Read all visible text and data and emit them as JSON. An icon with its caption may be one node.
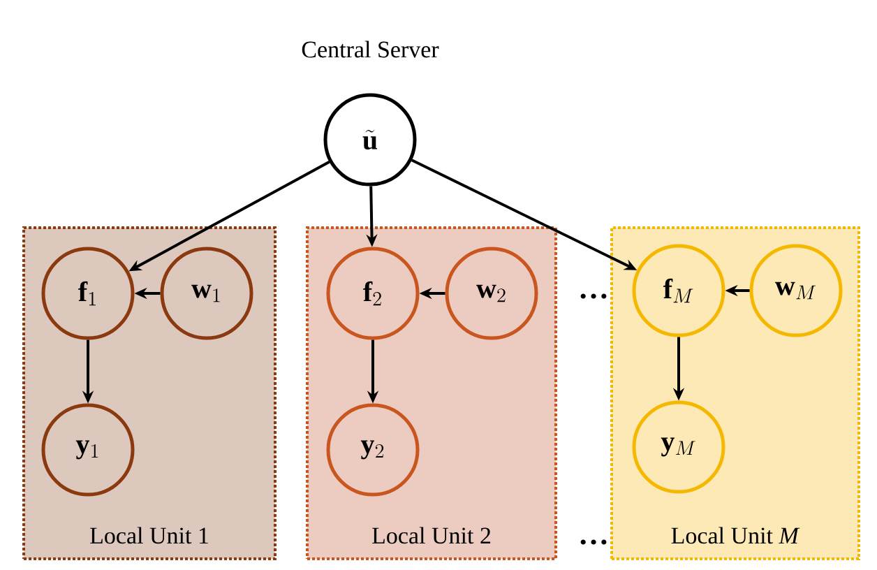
{
  "diagram": {
    "nodes": [
      {
        "text": [
          "\\tilde{\\mathbf{u}}"
        ],
        "beside": [
          "Central Server"
        ]
      },
      {
        "text": [
          "Local Unit 1"
        ]
      },
      {
        "text": [
          "\\mathbf{f}_1"
        ],
        "in": 1
      },
      {
        "text": [
          "\\mathbf{w}_1"
        ],
        "in": 1
      },
      {
        "text": [
          "\\mathbf{y}_1"
        ],
        "in": 1
      },
      {
        "text": [
          "Local Unit 2"
        ]
      },
      {
        "text": [
          "\\mathbf{f}_2"
        ],
        "in": 5
      },
      {
        "text": [
          "\\mathbf{w}_2"
        ],
        "in": 5
      },
      {
        "text": [
          "\\mathbf{y}_2"
        ],
        "in": 5
      },
      {
        "text": [
          "Local Unit *M*"
        ]
      },
      {
        "text": [
          "\\mathbf{f}_M"
        ],
        "in": 9
      },
      {
        "text": [
          "\\mathbf{w}_M"
        ],
        "in": 9
      },
      {
        "text": [
          "\\mathbf{y}_M"
        ],
        "in": 9
      }
    ],
    "edges": [
      {
        "from": 0,
        "to": 2,
        "arrow": "to"
      },
      {
        "from": 0,
        "to": 6,
        "arrow": "to"
      },
      {
        "from": 0,
        "to": 10,
        "arrow": "to"
      },
      {
        "from": 3,
        "to": 2,
        "arrow": "to"
      },
      {
        "from": 2,
        "to": 4,
        "arrow": "to"
      },
      {
        "from": 7,
        "to": 6,
        "arrow": "to"
      },
      {
        "from": 6,
        "to": 8,
        "arrow": "to"
      },
      {
        "from": 11,
        "to": 10,
        "arrow": "to"
      },
      {
        "from": 10,
        "to": 12,
        "arrow": "to"
      }
    ],
    "labels": [
      "…",
      "…"
    ]
  }
}
